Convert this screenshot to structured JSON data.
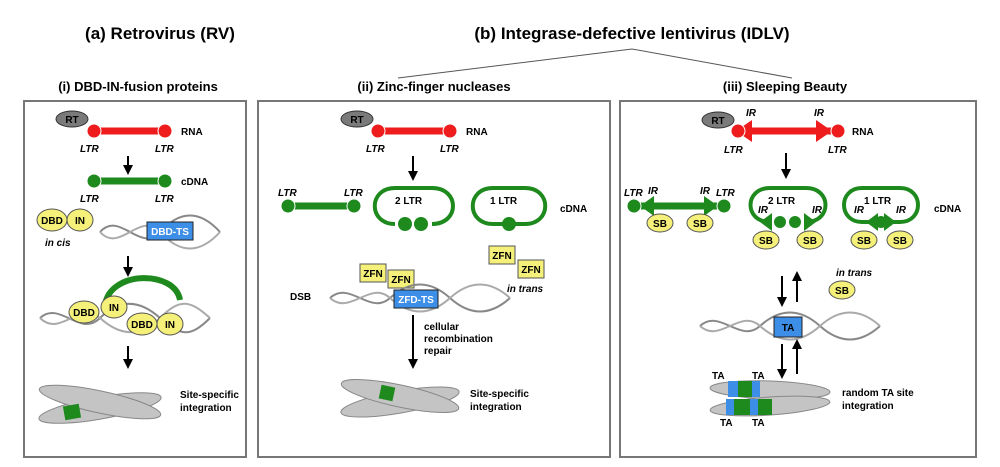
{
  "headings": {
    "rv": "(a) Retrovirus (RV)",
    "idlv": "(b) Integrase-defective lentivirus (IDLV)",
    "p1": "(i) DBD-IN-fusion proteins",
    "p2": "(ii) Zinc-finger nucleases",
    "p3": "(iii) Sleeping Beauty"
  },
  "labels": {
    "rt": "RT",
    "rna": "RNA",
    "cdna": "cDNA",
    "ltr": "LTR",
    "ir": "IR",
    "dbd": "DBD",
    "in": "IN",
    "in_cis": "in cis",
    "dbd_ts": "DBD-TS",
    "two_ltr": "2 LTR",
    "one_ltr": "1 LTR",
    "zfn": "ZFN",
    "in_trans": "in trans",
    "dsb": "DSB",
    "zfd_ts": "ZFD-TS",
    "cellular": "cellular",
    "recombination": "recombination",
    "repair": "repair",
    "site_specific": "Site-specific",
    "integration": "integration",
    "sb": "SB",
    "ta": "TA",
    "random_ta": "random TA site"
  },
  "colors": {
    "rna": "#ee1c1c",
    "cdna": "#1e8a1e",
    "yellow": "#f4f07a",
    "blue": "#3c8ee6",
    "gray": "#c4c4c4",
    "rt": "#7a7a7a",
    "frame": "#777777"
  }
}
